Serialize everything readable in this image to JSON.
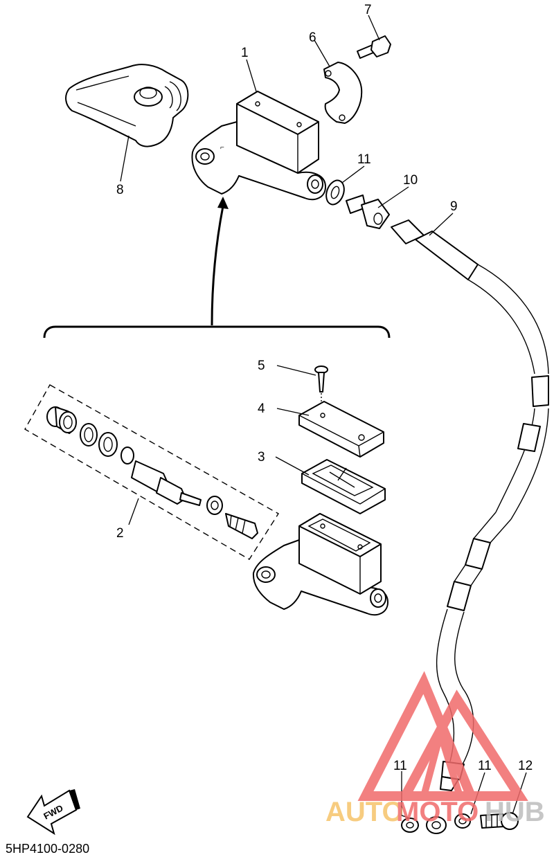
{
  "callouts": {
    "c1": "1",
    "c2": "2",
    "c3": "3",
    "c4": "4",
    "c5": "5",
    "c6": "6",
    "c7": "7",
    "c8": "8",
    "c9": "9",
    "c10": "10",
    "c11a": "11",
    "c11b": "11",
    "c11c": "11",
    "c12": "12"
  },
  "fwd_label": "FWD",
  "diagram_code": "5HP4100-0280",
  "watermark": {
    "text_part1": "AUTO",
    "text_part2": "MOTO",
    "text_part3": "HUB",
    "logo_color": "#f06a6a",
    "text_color_1": "#f6c46b",
    "text_color_3": "#bdbdbd"
  }
}
